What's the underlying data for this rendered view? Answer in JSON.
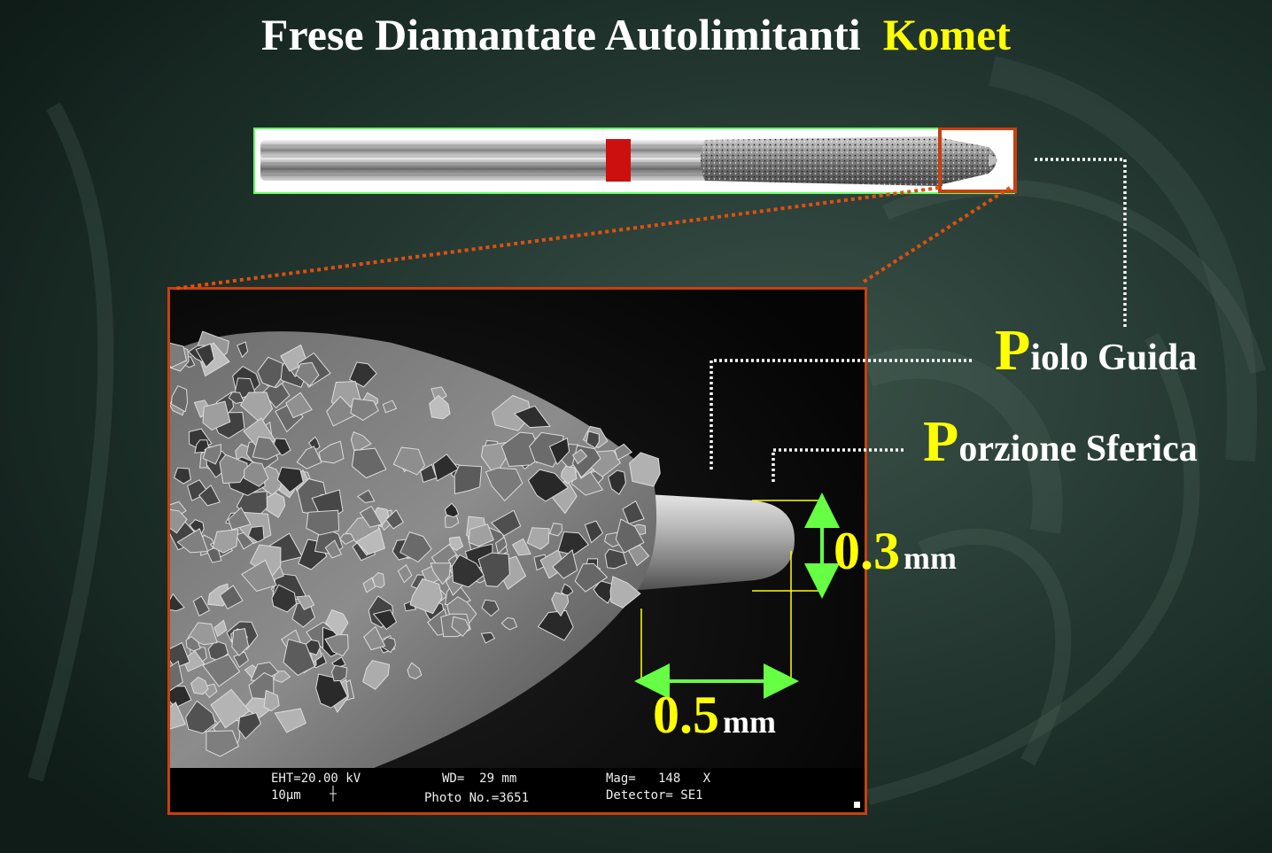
{
  "title": {
    "main": "Frese Diamantate Autolimitanti",
    "brand": "Komet"
  },
  "labels": {
    "piolo_cap": "P",
    "piolo_rest": "iolo Guida",
    "porzione_cap": "P",
    "porzione_rest": "orzione Sferica"
  },
  "dimensions": {
    "height_value": "0.3",
    "height_unit": "mm",
    "length_value": "0.5",
    "length_unit": "mm"
  },
  "sem": {
    "eht": "EHT=20.00 kV",
    "scale": "10µm",
    "wd": "WD=  29 mm",
    "photo": "Photo No.=3651",
    "mag": "Mag=   148   X",
    "detector": "Detector= SE1"
  },
  "colors": {
    "accent_yellow": "#ffff00",
    "frame_orange": "#c84010",
    "arrow_green": "#66ff44",
    "band_red": "#cc1010"
  }
}
